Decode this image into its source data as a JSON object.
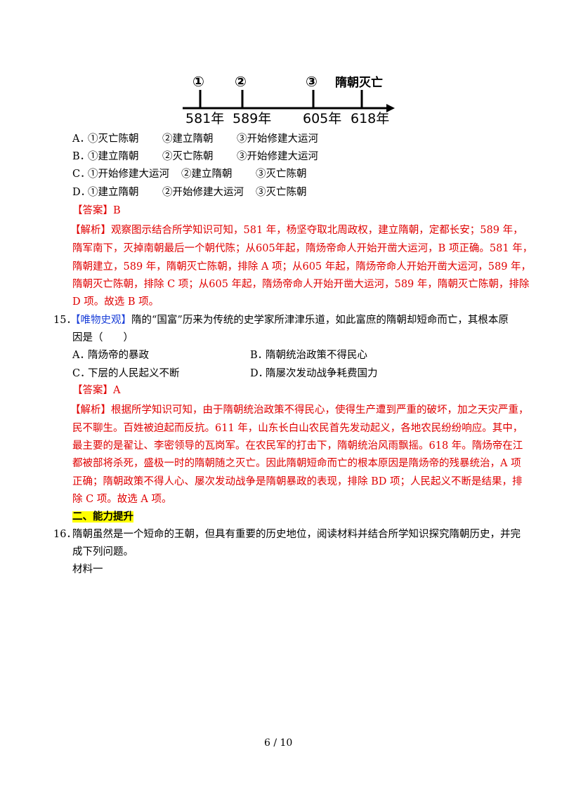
{
  "timeline": {
    "markers": [
      {
        "label": "①",
        "year": "581年"
      },
      {
        "label": "②",
        "year": "589年"
      },
      {
        "label": "③",
        "year": "605年"
      },
      {
        "label": "隋朝灭亡",
        "year": "618年"
      }
    ]
  },
  "q14": {
    "options": [
      {
        "letter": "A．",
        "items": [
          "①灭亡陈朝",
          "②建立隋朝",
          "③开始修建大运河"
        ]
      },
      {
        "letter": "B．",
        "items": [
          "①建立隋朝",
          "②灭亡陈朝",
          "③开始修建大运河"
        ]
      },
      {
        "letter": "C．",
        "items": [
          "①开始修建大运河",
          "②建立隋朝",
          "③灭亡陈朝"
        ]
      },
      {
        "letter": "D．",
        "items": [
          "①建立隋朝",
          "②开始修建大运河",
          "③灭亡陈朝"
        ]
      }
    ],
    "answer": "【答案】B",
    "analysis_tag": "【解析】",
    "analysis_lines": [
      "观察图示结合所学知识可知，581 年，杨坚夺取北周政权，建立隋朝，定都长安；589 年，",
      "隋军南下，灭掉南朝最后一个朝代陈；从605年起，隋炀帝命人开始开凿大运河，B 项正确。581 年，",
      "隋朝建立，589 年，隋朝灭亡陈朝，排除 A 项；从605 年起，隋炀帝命人开始开凿大运河，589 年，",
      "隋朝灭亡陈朝，排除 C 项；从605 年起，隋炀帝命人开始开凿大运河，589 年，隋朝灭亡陈朝，排除",
      "D 项。故选 B 项。"
    ]
  },
  "q15": {
    "number": "15．",
    "tag": "【唯物史观】",
    "stem_line1": "隋的“国富”历来为传统的史学家所津津乐道，如此富庶的隋朝却短命而亡，其根本原",
    "stem_line2": "因是（　　）",
    "options": [
      {
        "letter": "A．",
        "text": "隋炀帝的暴政"
      },
      {
        "letter": "B．",
        "text": "隋朝统治政策不得民心"
      },
      {
        "letter": "C．",
        "text": "下层的人民起义不断"
      },
      {
        "letter": "D．",
        "text": "隋屡次发动战争耗费国力"
      }
    ],
    "answer": "【答案】A",
    "analysis_tag": "【解析】",
    "analysis_lines": [
      "根据所学知识可知，由于隋朝统治政策不得民心，使得生产遭到严重的破坏，加之天灾严重，",
      "民不聊生。百姓被迫起而反抗。611 年，山东长白山农民首先发动起义，各地农民纷纷响应。其中，",
      "最主要的是翟让、李密领导的瓦岗军。在农民军的打击下，隋朝统治风雨飘摇。618 年。隋炀帝在江",
      "都被部将杀死，盛极一时的隋朝随之灭亡。因此隋朝短命而亡的根本原因是隋炀帝的残暴统治，A 项",
      "正确；隋朝政策不得人心、屡次发动战争是隋朝暴政的表现，排除 BD 项；人民起义不断是结果，排",
      "除 C 项。故选 A 项。"
    ]
  },
  "section2": {
    "title": "二、能力提升"
  },
  "q16": {
    "number": "16．",
    "stem_line1": "隋朝虽然是一个短命的王朝，但具有重要的历史地位，阅读材料并结合所学知识探究隋朝历史，并完",
    "stem_line2": "成下列问题。",
    "material": "材料一"
  },
  "footer": {
    "page": "6 / 10"
  }
}
